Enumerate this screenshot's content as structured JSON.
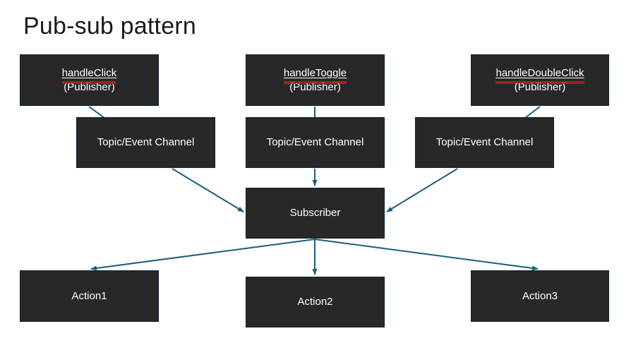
{
  "slide": {
    "title": "Pub-sub pattern",
    "background_color": "#ffffff",
    "node_fill_color": "#282828",
    "node_border_color": "#0f2230",
    "node_text_color": "#ffffff",
    "connector_color": "#1d5c7c",
    "spellcheck_underline_color": "#e02020"
  },
  "publishers": [
    {
      "name": "handleClick",
      "role": "(Publisher)"
    },
    {
      "name": "handleToggle",
      "role": "(Publisher)"
    },
    {
      "name": "handleDoubleClick",
      "role": "(Publisher)"
    }
  ],
  "channels": [
    {
      "label": "Topic/Event Channel"
    },
    {
      "label": "Topic/Event Channel"
    },
    {
      "label": "Topic/Event Channel"
    }
  ],
  "subscriber": {
    "label": "Subscriber"
  },
  "actions": [
    {
      "label": "Action1"
    },
    {
      "label": "Action2"
    },
    {
      "label": "Action3"
    }
  ]
}
